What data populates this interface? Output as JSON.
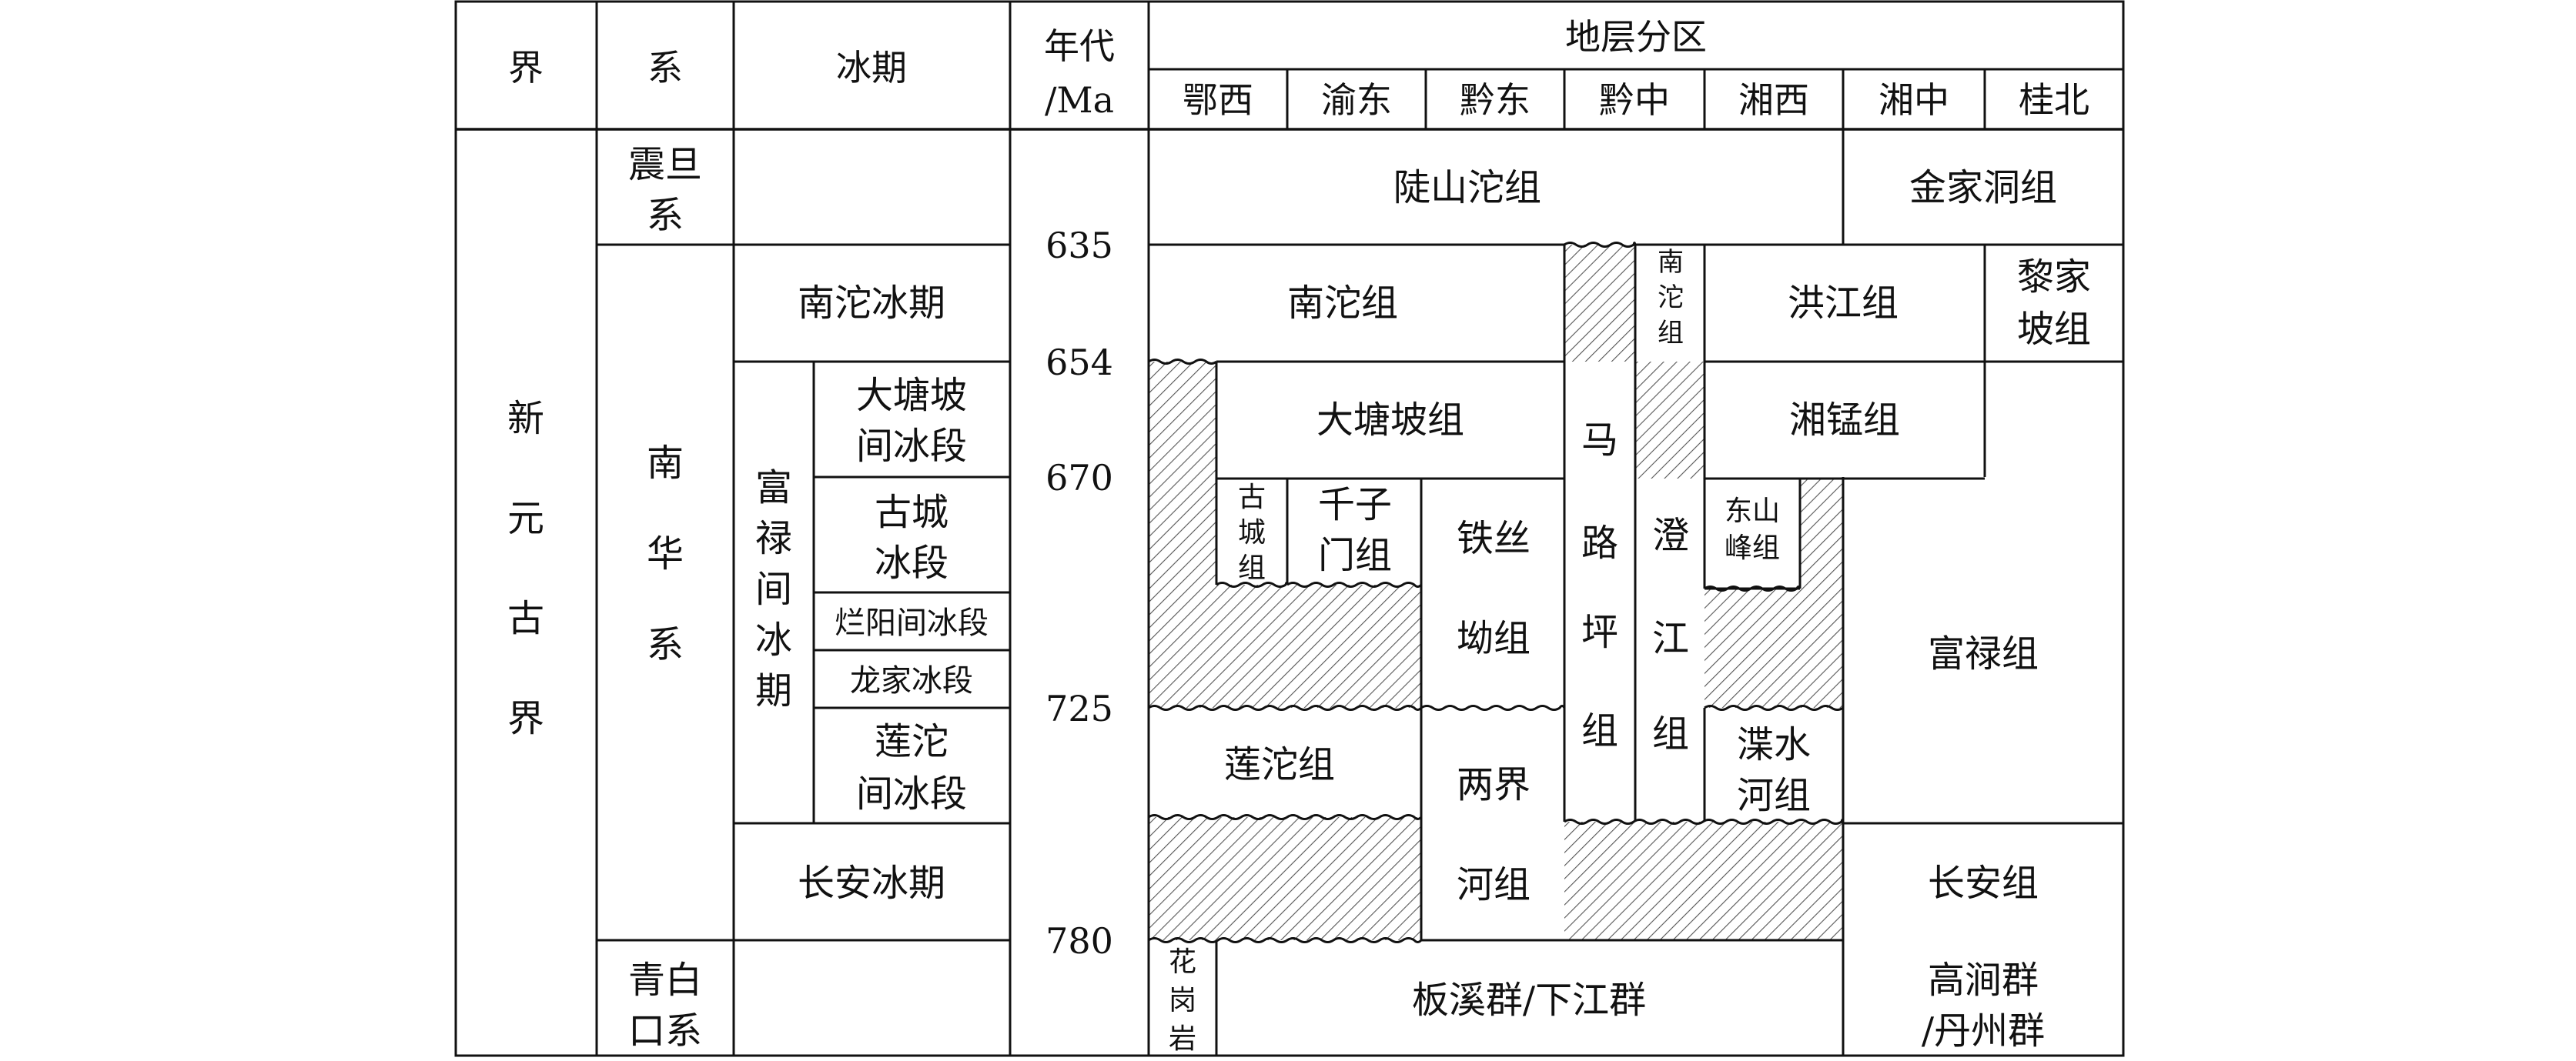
{
  "header": {
    "jie": "界",
    "xi": "系",
    "bingqi": "冰期",
    "niandai": "年代",
    "unit": "/Ma",
    "region_title": "地层分区",
    "regions": [
      "鄂西",
      "渝东",
      "黔东",
      "黔中",
      "湘西",
      "湘中",
      "桂北"
    ]
  },
  "era": {
    "jie_chars": [
      "新",
      "元",
      "古",
      "界"
    ],
    "systems": {
      "zhendan": [
        "震旦",
        "系"
      ],
      "nanhua": [
        "南",
        "华",
        "系"
      ],
      "qingbaikou": [
        "青白",
        "口系"
      ]
    }
  },
  "glacial": {
    "nantuo": "南沱冰期",
    "fulu": [
      "富",
      "禄",
      "间",
      "冰",
      "期"
    ],
    "datangpo": [
      "大塘坡",
      "间冰段"
    ],
    "gucheng": [
      "古城",
      "冰段"
    ],
    "lanyang": "烂阳间冰段",
    "longjia": "龙家冰段",
    "liantuo": [
      "莲沱",
      "间冰段"
    ],
    "changan": "长安冰期"
  },
  "ages": [
    "635",
    "654",
    "670",
    "725",
    "780"
  ],
  "formations": {
    "doushantuo": "陡山沱组",
    "jinjiadong": "金家洞组",
    "nantuo": "南沱组",
    "nantuo_small": [
      "南",
      "沱",
      "组"
    ],
    "hongjiang": "洪江组",
    "lijiapo": [
      "黎家",
      "坡组"
    ],
    "datangpo": "大塘坡组",
    "xiangmeng": "湘锰组",
    "malu": [
      "马",
      "路",
      "坪",
      "组"
    ],
    "gucheng": [
      "古",
      "城",
      "组"
    ],
    "qianzimen": [
      "千子",
      "门组"
    ],
    "tiesi": [
      "铁丝",
      "坳组"
    ],
    "chengjiang": [
      "澄",
      "江",
      "组"
    ],
    "dongshanfeng": [
      "东山",
      "峰组"
    ],
    "fulu": "富禄组",
    "liantuo": "莲沱组",
    "liangjiehe": [
      "两界",
      "河组"
    ],
    "xieshui": [
      "渫水",
      "河组"
    ],
    "changan": "长安组",
    "huagangyan": [
      "花",
      "岗",
      "岩"
    ],
    "banxi": "板溪群/下江群",
    "gaojian": [
      "高涧群",
      "/丹州群"
    ]
  }
}
